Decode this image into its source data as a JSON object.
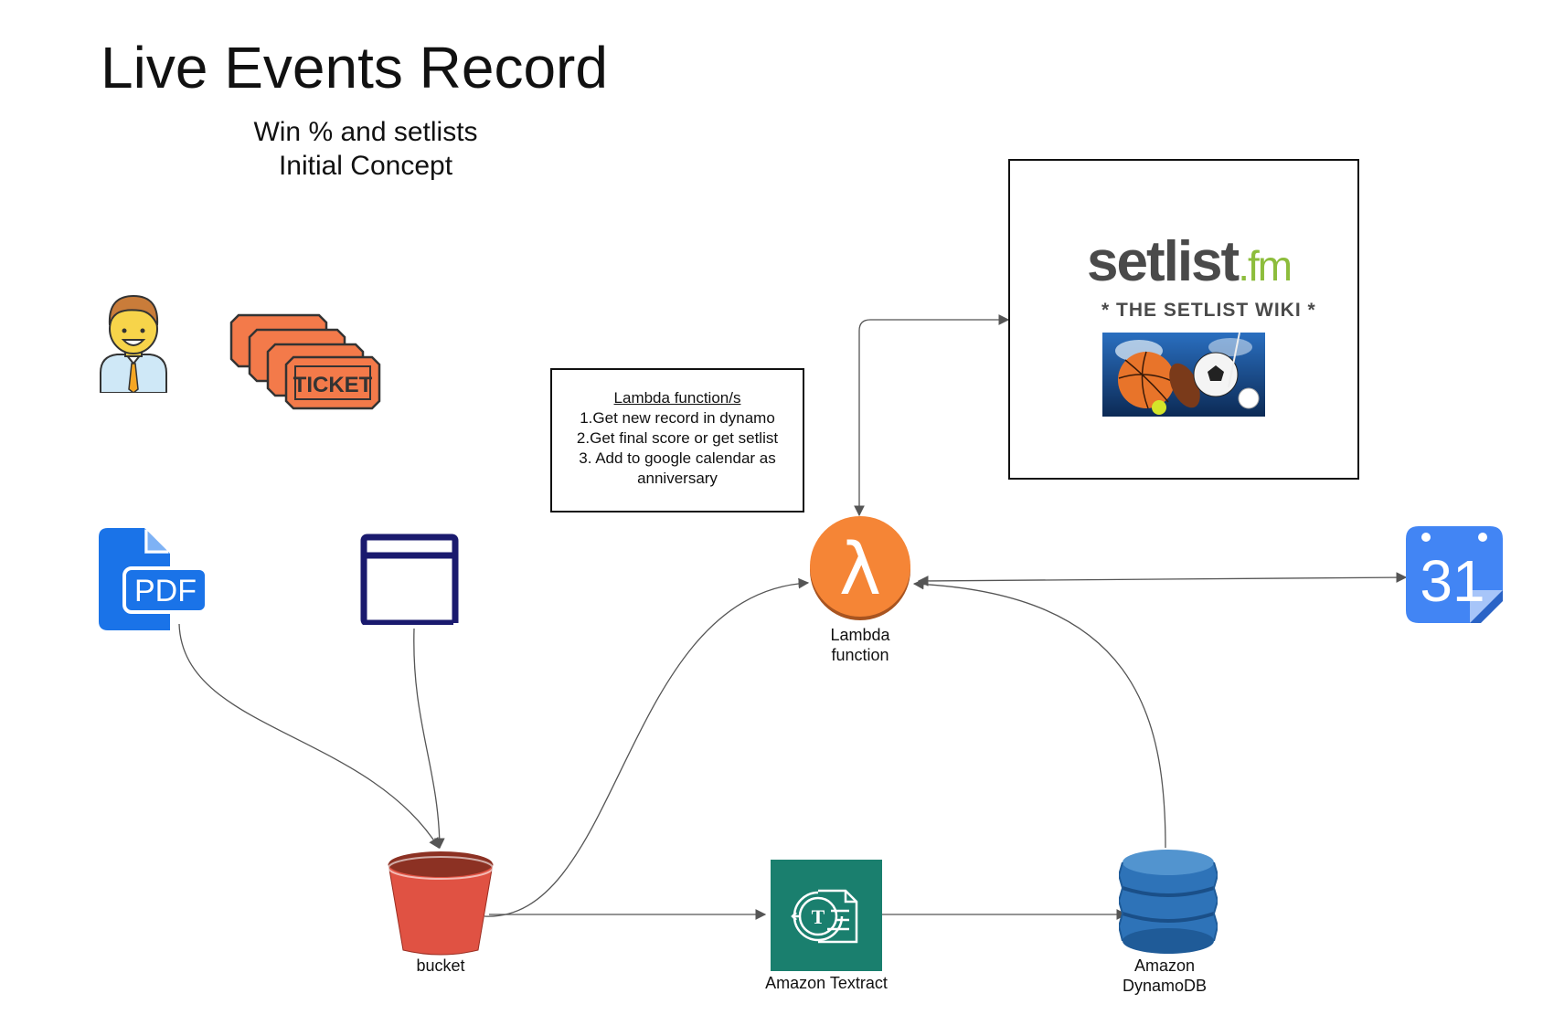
{
  "title": "Live Events Record",
  "subtitle_lines": [
    "Win % and setlists",
    "Initial Concept"
  ],
  "notes": {
    "heading": "Lambda function/s",
    "lines": [
      "1.Get new record in dynamo",
      "2.Get final score or get setlist",
      "3. Add to google calendar as",
      "anniversary"
    ]
  },
  "setlist": {
    "brand": "setlist",
    "brand_suffix": ".fm",
    "tagline": "* THE SETLIST WIKI *"
  },
  "ticket": {
    "label": "TICKET"
  },
  "pdf": {
    "label": "PDF"
  },
  "calendar": {
    "label": "31"
  },
  "nodes": {
    "lambda": {
      "label": "Lambda function",
      "symbol": "λ"
    },
    "bucket": {
      "label": "bucket"
    },
    "textract": {
      "label": "Amazon Textract"
    },
    "dynamodb": {
      "label": "Amazon DynamoDB"
    }
  },
  "colors": {
    "lambda": "#f58536",
    "bucket": "#e05243",
    "textract": "#1a7f6e",
    "dynamodb": "#2e73b8",
    "pdf": "#1a73e8",
    "calendar": "#4285f4",
    "browser": "#1a1a6e",
    "ticket": "#f37a4a",
    "connector": "#555555"
  },
  "icons": [
    "user-icon",
    "ticket-icon",
    "pdf-icon",
    "browser-window-icon",
    "lambda-icon",
    "s3-bucket-icon",
    "textract-icon",
    "dynamodb-icon",
    "google-calendar-icon",
    "sports-balls-image"
  ]
}
